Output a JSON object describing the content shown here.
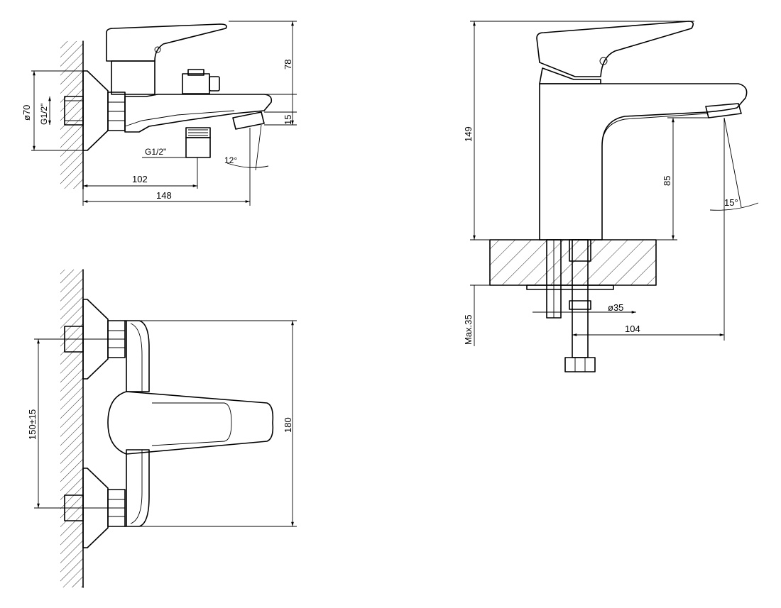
{
  "dimensions": {
    "side_height_78": "78",
    "side_spout_15": "15",
    "side_diameter_70": "ø70",
    "side_thread_wall": "G1/2\"",
    "side_thread_outlet": "G1/2\"",
    "side_angle_12": "12°",
    "side_len_102": "102",
    "side_len_148": "148",
    "front_spacing": "150±15",
    "front_height_180": "180",
    "basin_height_149": "149",
    "basin_height_85": "85",
    "basin_angle_15": "15°",
    "basin_max_35": "Max.35",
    "basin_diameter_35": "ø35",
    "basin_len_104": "104"
  }
}
